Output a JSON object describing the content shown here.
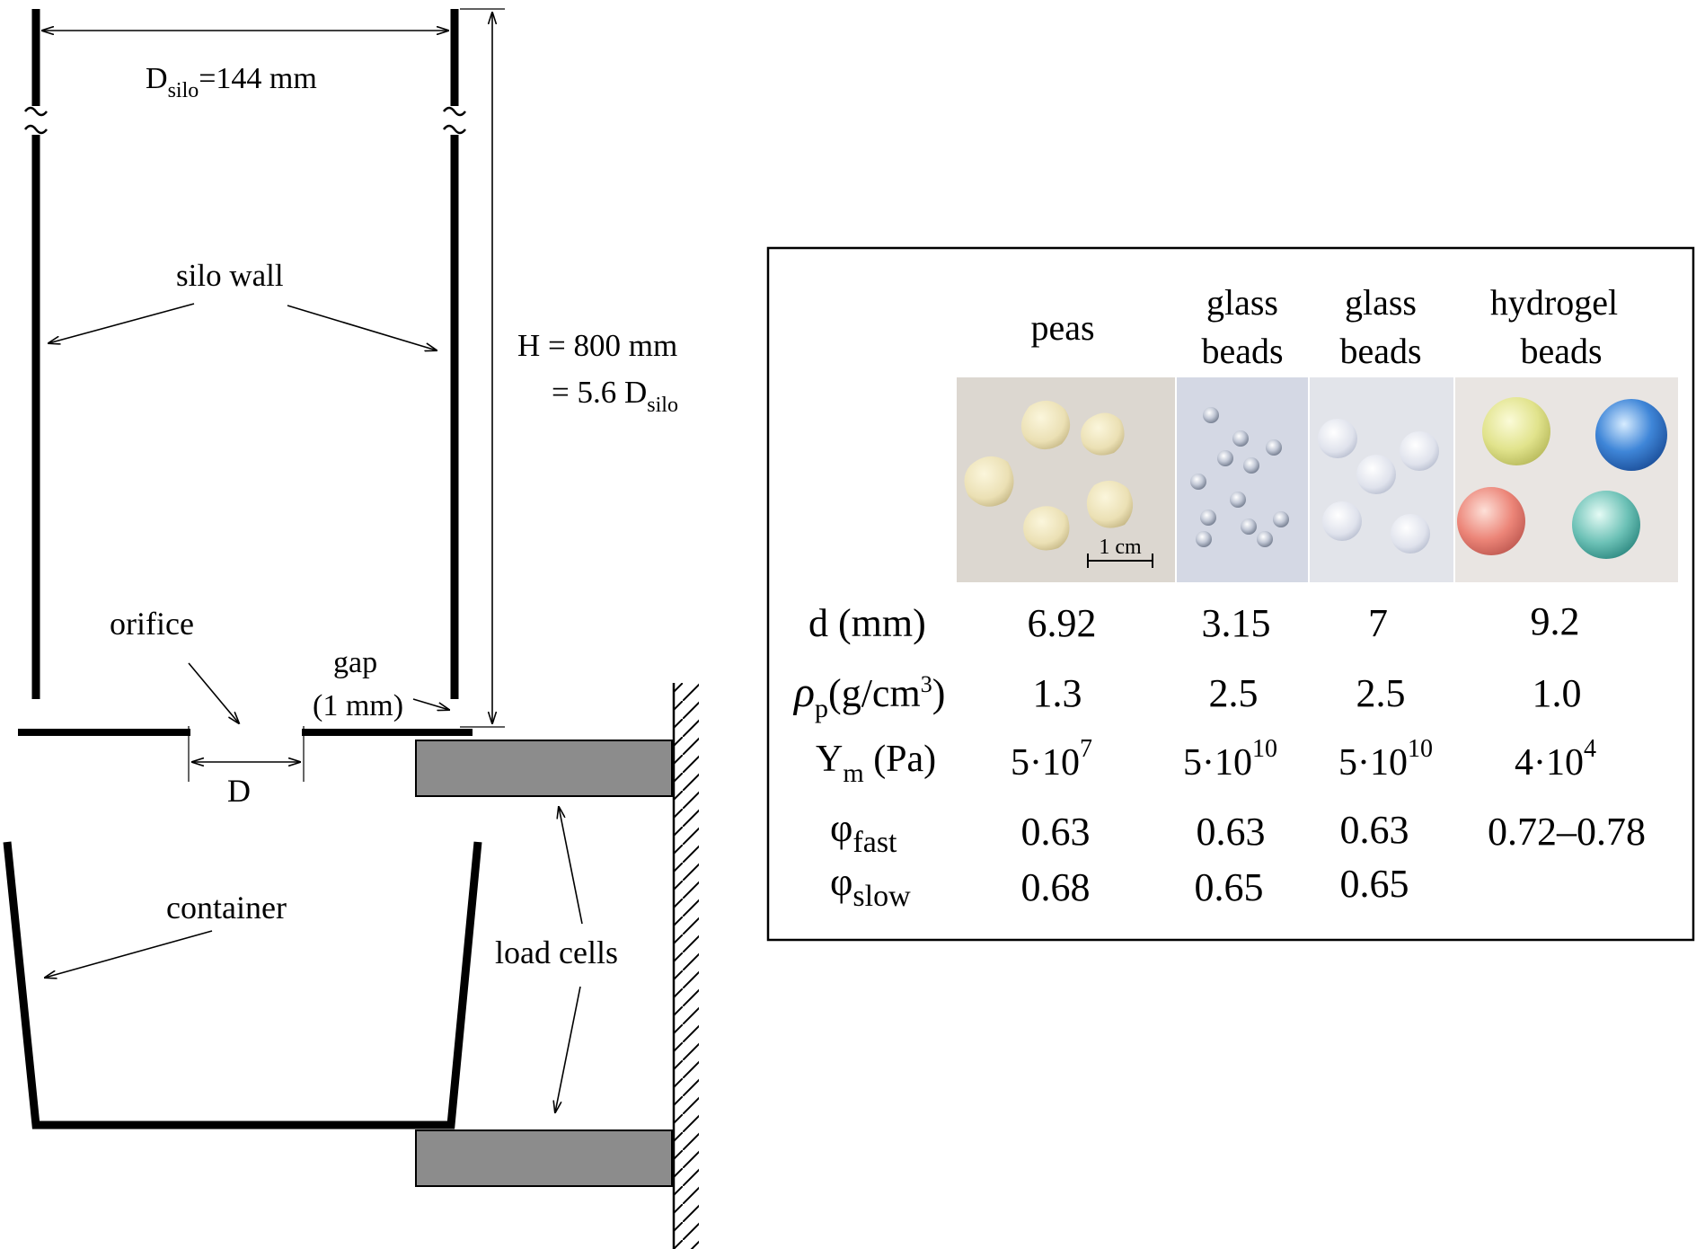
{
  "schematic": {
    "silo_diameter": {
      "main": "D",
      "sub": "silo",
      "rest": "=144 mm"
    },
    "silo_wall": "silo wall",
    "height_line1": "H = 800 mm",
    "height_line2": {
      "main": "= 5.6 D",
      "sub": "silo"
    },
    "orifice": "orifice",
    "gap_line1": "gap",
    "gap_line2": "(1 mm)",
    "orifice_diameter": "D",
    "container": "container",
    "load_cells": "load cells"
  },
  "table": {
    "columns": [
      {
        "line1": "",
        "line2": "peas"
      },
      {
        "line1": "glass",
        "line2": "beads"
      },
      {
        "line1": "glass",
        "line2": "beads"
      },
      {
        "line1": "hydrogel",
        "line2": "beads"
      }
    ],
    "scale_bar": "1 cm",
    "rows": {
      "d": {
        "label": "d (mm)",
        "values": [
          "6.92",
          "3.15",
          "7",
          "9.2"
        ]
      },
      "rho": {
        "symbol": "ρ",
        "sub": "p",
        "unit_pre": "(g/cm",
        "unit_sup": "3",
        "unit_post": ")",
        "values": [
          "1.3",
          "2.5",
          "2.5",
          "1.0"
        ]
      },
      "Y": {
        "symbol": "Y",
        "sub": "m",
        "unit": " (Pa)",
        "values": [
          {
            "base": "5·10",
            "exp": "7"
          },
          {
            "base": "5·10",
            "exp": "10"
          },
          {
            "base": "5·10",
            "exp": "10"
          },
          {
            "base": "4·10",
            "exp": "4"
          }
        ]
      },
      "phi_fast": {
        "symbol": "φ",
        "sub": "fast",
        "values": [
          "0.63",
          "0.63",
          "0.63",
          "0.72–0.78"
        ]
      },
      "phi_slow": {
        "symbol": "φ",
        "sub": "slow",
        "values": [
          "0.68",
          "0.65",
          "0.65",
          ""
        ]
      }
    }
  },
  "colors": {
    "ink": "#000000",
    "load_cell_fill": "#8c8c8c",
    "photo_peas_bg": "#dcd7d0",
    "photo_glass_bg": "#d4d8e4",
    "photo_glass_large_bg": "#e2e4ea",
    "photo_hydrogel_bg": "#e9e5e2",
    "pea_color": "#efe6bf",
    "hydrogel_yellow": "#e3e58d",
    "hydrogel_blue": "#3f86d8",
    "hydrogel_red": "#ec8578",
    "hydrogel_teal": "#6cc1b6"
  }
}
